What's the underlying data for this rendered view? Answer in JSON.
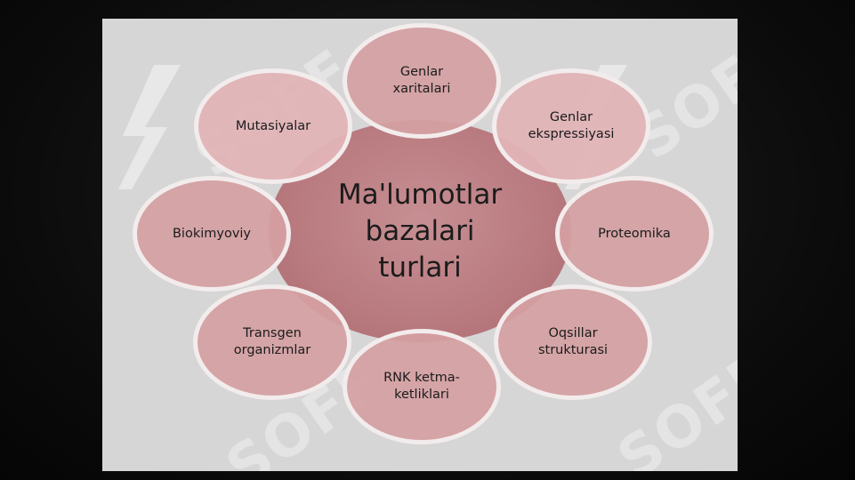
{
  "diagram": {
    "center_title": "Ma'lumotlar\nbazalari\nturlari",
    "nodes": {
      "genlar_xaritalari": "Genlar\nxaritalari",
      "genlar_ekspressiyasi": "Genlar\nekspressiyasi",
      "proteomika": "Proteomika",
      "oqsillar_strukturasi": "Oqsillar\nstrukturasi",
      "rnk": "RNK ketma-\nketliklari",
      "transgen": "Transgen\norganizmlar",
      "biokimyoviy": "Biokimyoviy",
      "mutasiyalar": "Mutasiyalar"
    },
    "watermark_text": "SOFF"
  },
  "colors": {
    "background": "#0b0b0b",
    "panel": "#d6d6d6",
    "center_fill": "#b87a7f",
    "node_fill": "#d5a0a3",
    "node_border": "#f3ecec"
  }
}
